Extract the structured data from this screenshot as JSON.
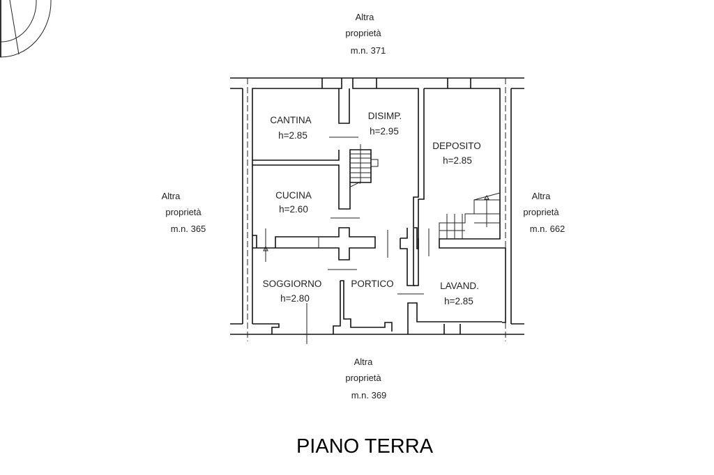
{
  "neighbors": {
    "top": {
      "line1": "Altra",
      "line2": "proprietà",
      "line3": "m.n. 371"
    },
    "left": {
      "line1": "Altra",
      "line2": "proprietà",
      "line3": "m.n. 365"
    },
    "right": {
      "line1": "Altra",
      "line2": "proprietà",
      "line3": "m.n. 662"
    },
    "bottom": {
      "line1": "Altra",
      "line2": "proprietà",
      "line3": "m.n. 369"
    }
  },
  "rooms": {
    "cantina": {
      "name": "CANTINA",
      "height": "h=2.85"
    },
    "disimp": {
      "name": "DISIMP.",
      "height": "h=2.95"
    },
    "deposito": {
      "name": "DEPOSITO",
      "height": "h=2.85"
    },
    "cucina": {
      "name": "CUCINA",
      "height": "h=2.60"
    },
    "soggiorno": {
      "name": "SOGGIORNO",
      "height": "h=2.80"
    },
    "portico": {
      "name": "PORTICO"
    },
    "lavand": {
      "name": "LAVAND.",
      "height": "h=2.85"
    }
  },
  "title": "PIANO TERRA"
}
